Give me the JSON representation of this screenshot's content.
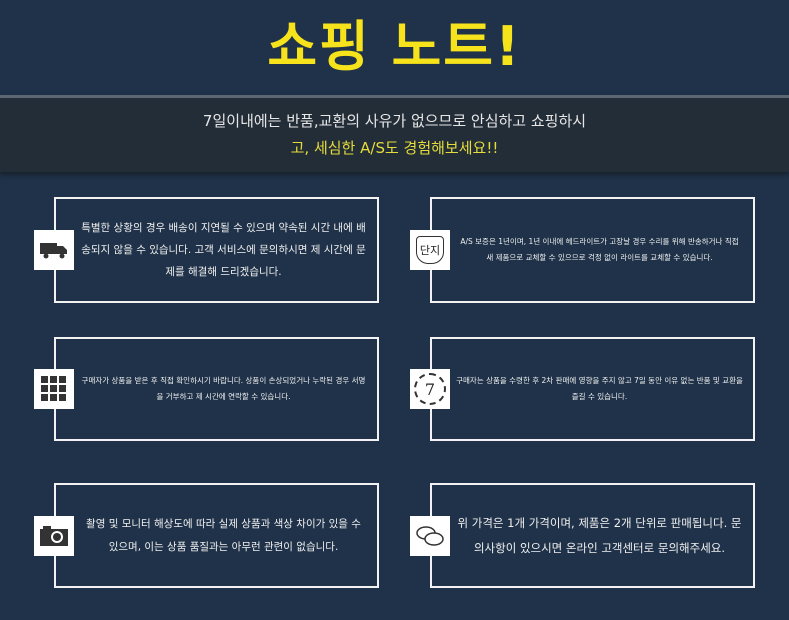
{
  "title": "쇼핑 노트!",
  "banner": {
    "line1": "7일이내에는 반품,교환의 사유가 없으므로 안심하고 쇼핑하시",
    "line2": "고, 세심한 A/S도 경험해보세요!!"
  },
  "cards": [
    {
      "icon": "truck-icon",
      "text": "특별한 상황의 경우 배송이 지연될 수 있으며 약속된 시간 내에 배송되지 않을 수 있습니다. 고객 서비스에 문의하시면 제 시간에 문제를 해결해 드리겠습니다."
    },
    {
      "icon": "shield-icon",
      "icon_text": "단지",
      "text": "A/S 보증은 1년이며, 1년 이내에 헤드라이트가 고장날 경우 수리를 위해 반송하거나 직접 새 제품으로 교체할 수 있으므로 걱정 없이 라이트를 교체할 수 있습니다."
    },
    {
      "icon": "grid-icon",
      "text": "구매자가 상품을 받은 후 직접 확인하시기 바랍니다. 상품이 손상되었거나 누락된 경우 서명을 거부하고 제 시간에 연락할 수 있습니다."
    },
    {
      "icon": "seven-day-return-icon",
      "icon_text": "7",
      "text": "구매자는 상품을 수령한 후 2차 판매에 영향을 주지 않고 7일 동안 이유 없는 반품 및 교환을 즐길 수 있습니다."
    },
    {
      "icon": "camera-icon",
      "text": "촬영 및 모니터 해상도에 따라 실제 상품과 색상 차이가 있을 수 있으며, 이는 상품 품질과는 아무런 관련이 없습니다."
    },
    {
      "icon": "chat-icon",
      "text": "위 가격은 1개 가격이며, 제품은 2개 단위로 판매됩니다. 문의사항이 있으시면 온라인 고객센터로 문의해주세요."
    }
  ]
}
